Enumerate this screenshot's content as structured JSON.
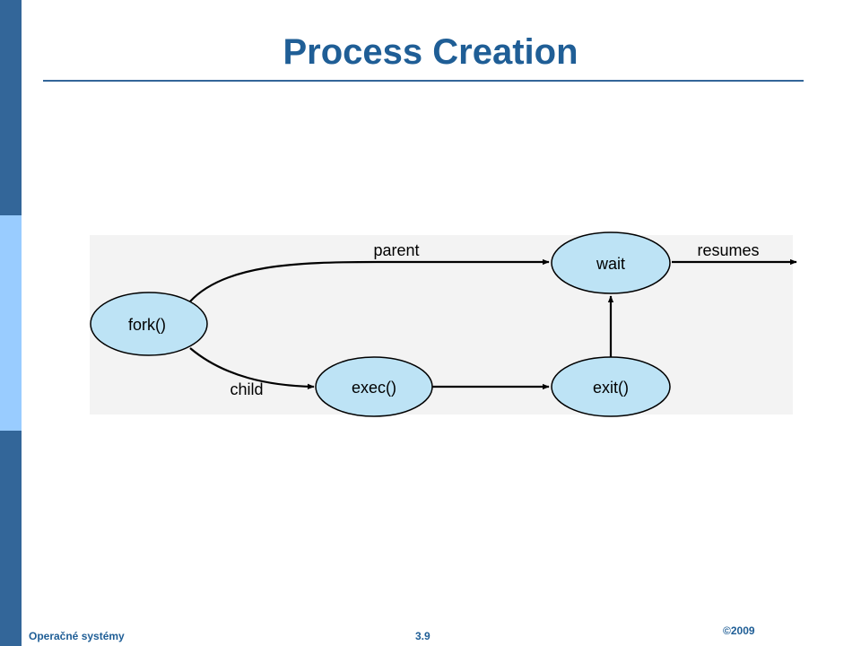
{
  "slide": {
    "title": "Process Creation",
    "footer_left": "Operačné systémy",
    "footer_page": "3.9",
    "footer_copyright": "©2009"
  },
  "diagram": {
    "nodes": {
      "fork": "fork()",
      "exec": "exec()",
      "exit": "exit()",
      "wait": "wait"
    },
    "edges": {
      "parent": "parent",
      "child": "child",
      "resumes": "resumes"
    }
  },
  "colors": {
    "accent": "#336699",
    "accent_light": "#99ccff",
    "title": "#1f5e96",
    "node_fill": "#bde3f5"
  }
}
